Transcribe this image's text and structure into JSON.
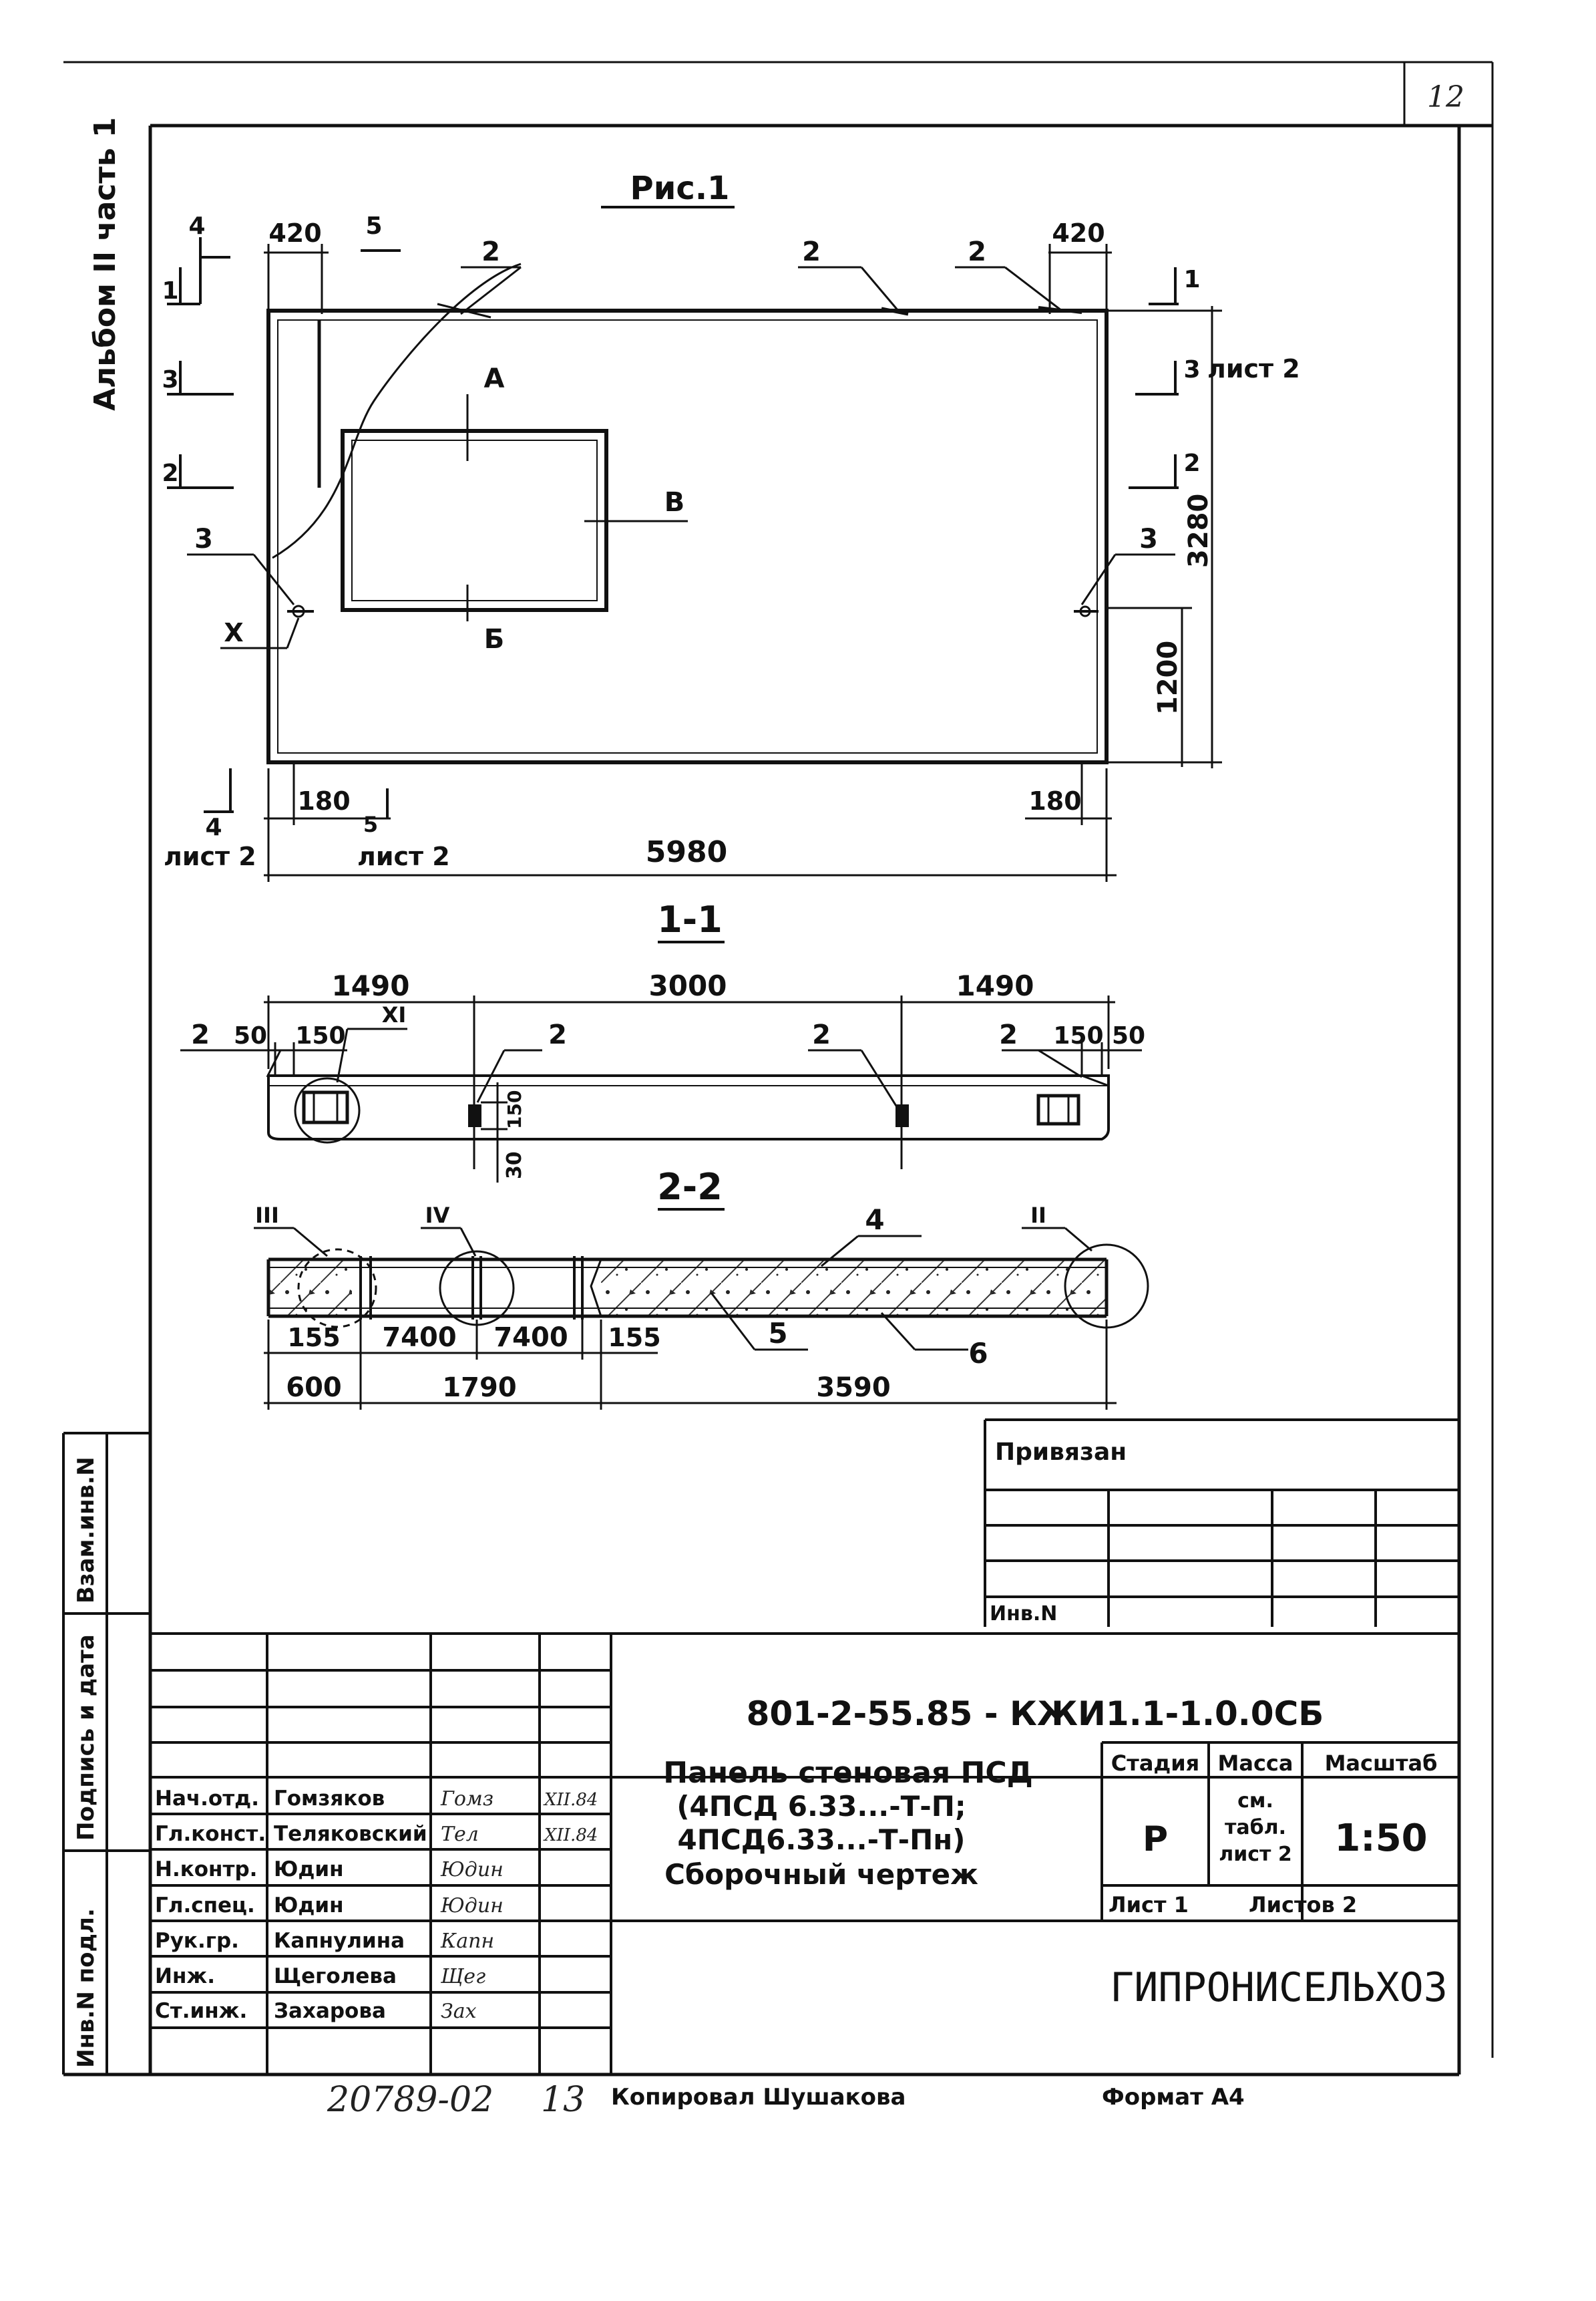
{
  "sheet": {
    "number": "12",
    "album": "Альбом II часть 1"
  },
  "figure": {
    "title": "Рис.1",
    "dims": {
      "left_420": "420",
      "right_420": "420",
      "width": "5980",
      "height": "3280",
      "low": "1200",
      "left_180": "180",
      "right_180": "180"
    },
    "callouts": {
      "pos2_a": "2",
      "pos2_b": "2",
      "pos2_c": "2",
      "pos3_left": "3",
      "pos3_right": "3",
      "opening_a": "А",
      "opening_b": "Б",
      "opening_v": "В",
      "node_x": "X"
    },
    "cut_marks": {
      "top_4": "4",
      "top_5": "5",
      "left_1": "1",
      "left_3": "3",
      "left_2": "2",
      "right_1": "1",
      "right_3": "3",
      "right_2": "2",
      "bottom_4": "4",
      "bottom_5": "5"
    },
    "refs": {
      "right_sheet": "лист 2",
      "bottom_left_sheet": "лист 2",
      "bottom_mid_sheet": "лист 2"
    }
  },
  "section_1_1": {
    "title": "1-1",
    "dims": {
      "d1490_left": "1490",
      "d3000": "3000",
      "d1490_right": "1490",
      "d50_left": "50",
      "d150_left": "150",
      "d150_right": "150",
      "d50_right": "50",
      "d150_v": "150",
      "d30_v": "30"
    },
    "callouts": {
      "pos2_a": "2",
      "pos2_b": "2",
      "pos2_c": "2",
      "pos2_d": "2",
      "node_xi": "XI"
    }
  },
  "section_2_2": {
    "title": "2-2",
    "dims": {
      "d155_left": "155",
      "d7400_a": "7400",
      "d7400_b": "7400",
      "d155_right": "155",
      "d600": "600",
      "d1790": "1790",
      "d3590": "3590"
    },
    "callouts": {
      "pos4": "4",
      "pos5": "5",
      "pos6": "6",
      "node_iii": "III",
      "node_iv": "IV",
      "node_ii": "II"
    }
  },
  "attached": {
    "label": "Привязан",
    "inv_label": "Инв.N"
  },
  "side_stamp": {
    "col1": "Инв.N подл.",
    "col2": "Подпись и дата",
    "col3": "Взам.инв.N"
  },
  "title_block": {
    "code": "801-2-55.85 - КЖИ1.1-1.0.0СБ",
    "name_line1": "Панель стеновая ПСД",
    "name_line2": "(4ПСД 6.33...-Т-П;",
    "name_line3": "4ПСД6.33...-Т-Пн)",
    "name_line4": "Сборочный чертеж",
    "stage_label": "Стадия",
    "mass_label": "Масса",
    "scale_label": "Масштаб",
    "stage_value": "Р",
    "mass_value_1": "см.",
    "mass_value_2": "табл.",
    "mass_value_3": "лист 2",
    "scale_value": "1:50",
    "sheet_label": "Лист 1",
    "sheets_label": "Листов 2",
    "organization": "ГИПРОНИСЕЛЬХОЗ",
    "people": [
      {
        "role": "Нач.отд.",
        "name": "Гомзяков",
        "sign": "Гомз",
        "date": "XII.84"
      },
      {
        "role": "Гл.конст.",
        "name": "Теляковский",
        "sign": "Тел",
        "date": "XII.84"
      },
      {
        "role": "Н.контр.",
        "name": "Юдин",
        "sign": "Юдин",
        "date": ""
      },
      {
        "role": "Гл.спец.",
        "name": "Юдин",
        "sign": "Юдин",
        "date": ""
      },
      {
        "role": "Рук.гр.",
        "name": "Капнулина",
        "sign": "Капн",
        "date": ""
      },
      {
        "role": "Инж.",
        "name": "Щеголева",
        "sign": "Щег",
        "date": ""
      },
      {
        "role": "Ст.инж.",
        "name": "Захарова",
        "sign": "Зах",
        "date": ""
      }
    ]
  },
  "footer": {
    "inv": "20789-02",
    "page": "13",
    "copied": "Копировал Шушакова",
    "format": "Формат А4"
  }
}
